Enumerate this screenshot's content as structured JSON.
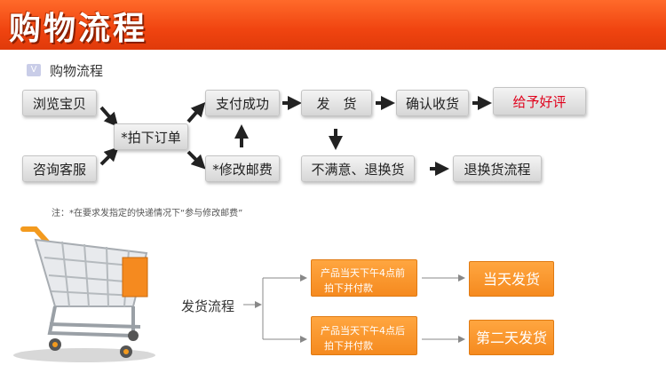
{
  "header": {
    "title": "购物流程"
  },
  "section": {
    "icon": "V",
    "title": "购物流程"
  },
  "flow": {
    "browse": "浏览宝贝",
    "consult": "咨询客服",
    "order": "*拍下订单",
    "pay": "支付成功",
    "modify": "*修改邮费",
    "ship": "发　货",
    "confirm": "确认收货",
    "review": "给予好评",
    "dissatisfied": "不满意、退换货",
    "return_flow": "退换货流程"
  },
  "note": "注：*在要求发指定的快递情况下“参与修改邮费”",
  "shipping": {
    "label": "发货流程",
    "before": {
      "line1": "产品当天下午4点前",
      "line2": "拍下并付款",
      "result": "当天发货"
    },
    "after": {
      "line1": "产品当天下午4点后",
      "line2": "拍下并付款",
      "result": "第二天发货"
    }
  },
  "colors": {
    "banner": "#f04410",
    "orange": "#f58a1f",
    "highlight": "#e0001b"
  }
}
